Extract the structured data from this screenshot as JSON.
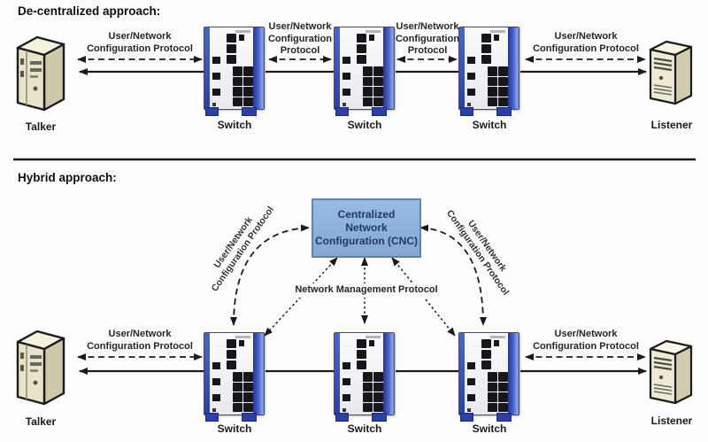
{
  "diagram": {
    "sections": {
      "decentralized": {
        "title": "De-centralized approach:"
      },
      "hybrid": {
        "title": "Hybrid approach:"
      }
    },
    "nodes": {
      "talker": "Talker",
      "switch": "Switch",
      "listener": "Listener",
      "cnc": {
        "line1": "Centralized",
        "line2": "Network",
        "line3": "Configuration (CNC)"
      }
    },
    "protocols": {
      "user_network_2line": {
        "line1": "User/Network",
        "line2": "Configuration Protocol"
      },
      "user_network_3line": {
        "line1": "User/Network",
        "line2": "Configuration",
        "line3": "Protocol"
      },
      "network_management": "Network Management Protocol"
    },
    "colors": {
      "switch_blue": "#2e4ab5",
      "cnc_fill": "#8fb4dc",
      "cnc_border": "#5e84aa",
      "cnc_text": "#1f3864",
      "line_color": "#1b1b1b",
      "server_beige": "#e7e3c9"
    }
  }
}
